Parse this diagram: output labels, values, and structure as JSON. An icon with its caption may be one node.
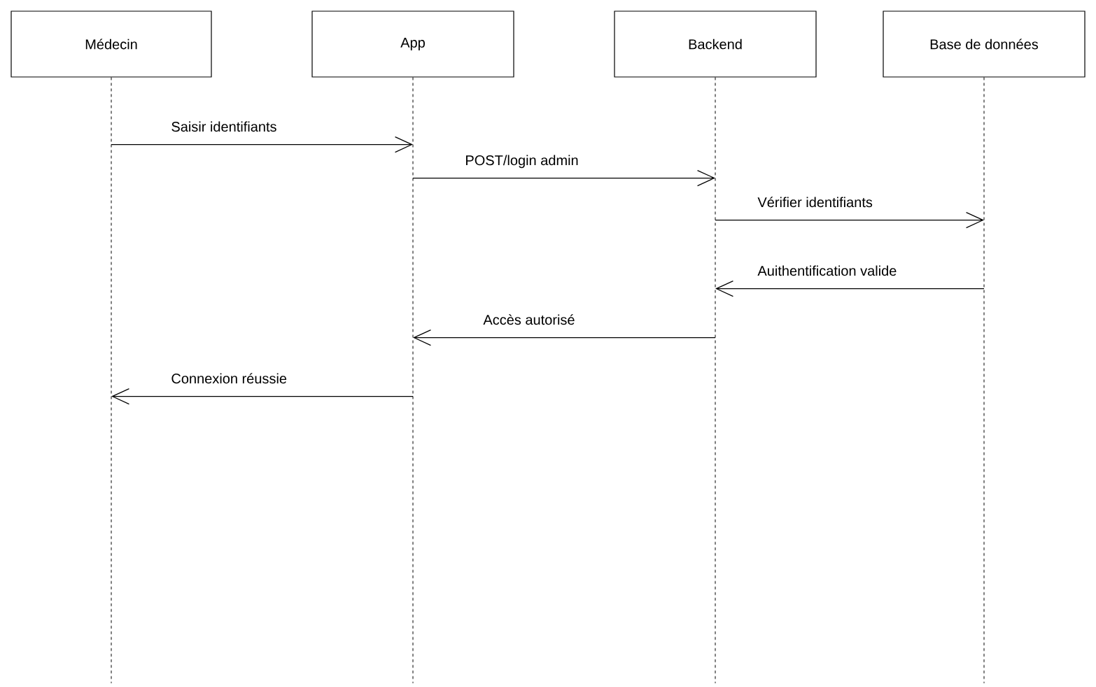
{
  "diagram": {
    "nodes": [
      {
        "text": [
          "Médecin"
        ]
      },
      {
        "text": [
          "App"
        ]
      },
      {
        "text": [
          "Backend"
        ]
      },
      {
        "text": [
          "Base de données"
        ]
      }
    ],
    "edges": [
      {
        "from": 0,
        "to": 1,
        "arrow": "to",
        "label": "Saisir identifiants"
      },
      {
        "from": 1,
        "to": 2,
        "arrow": "to",
        "label": "POST/login admin"
      },
      {
        "from": 2,
        "to": 3,
        "arrow": "to",
        "label": "Vérifier identifiants"
      },
      {
        "from": 3,
        "to": 2,
        "arrow": "to",
        "label": "Auithentification valide"
      },
      {
        "from": 2,
        "to": 1,
        "arrow": "to",
        "label": "Accès autorisé"
      },
      {
        "from": 1,
        "to": 0,
        "arrow": "to",
        "label": "Connexion réussie"
      }
    ]
  }
}
